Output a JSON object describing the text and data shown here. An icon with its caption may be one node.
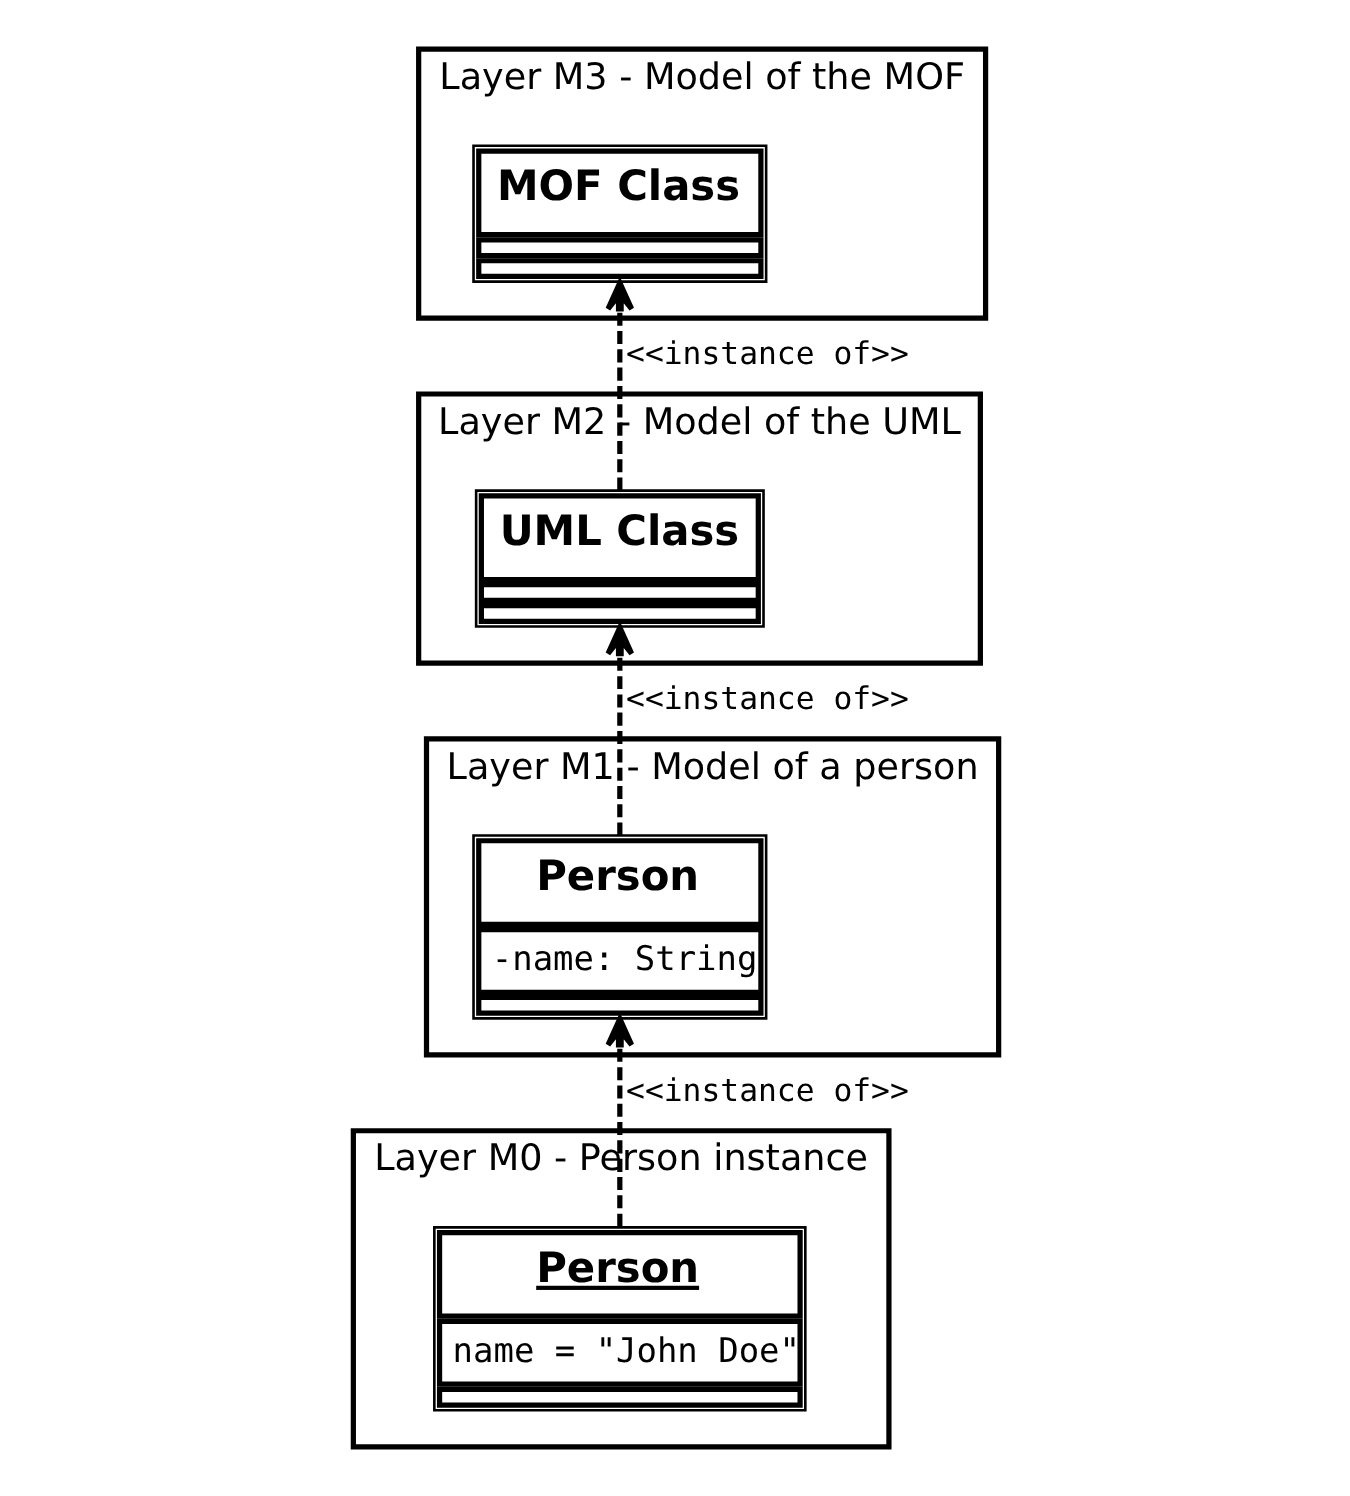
{
  "diagram": {
    "nodes": [
      {
        "text": [
          "Layer M3 - Model of the MOF"
        ]
      },
      {
        "text": [
          "MOF Class"
        ],
        "in": 0
      },
      {
        "text": [
          "Layer M2 - Model of the UML"
        ]
      },
      {
        "text": [
          "UML Class"
        ],
        "in": 2
      },
      {
        "text": [
          "Layer M1 - Model of a person"
        ]
      },
      {
        "text": [
          "Person",
          "-name: String"
        ],
        "in": 4
      },
      {
        "text": [
          "Layer M0 - Person instance"
        ]
      },
      {
        "text": [
          "Person",
          "name = \"John Doe\""
        ],
        "in": 6
      }
    ],
    "edges": [
      {
        "from": 3,
        "to": 1,
        "arrow": "to",
        "label": "<<instance of>>",
        "style": "dashed"
      },
      {
        "from": 5,
        "to": 3,
        "arrow": "to",
        "label": "<<instance of>>",
        "style": "dashed"
      },
      {
        "from": 7,
        "to": 5,
        "arrow": "to",
        "label": "<<instance of>>",
        "style": "dashed"
      }
    ]
  }
}
